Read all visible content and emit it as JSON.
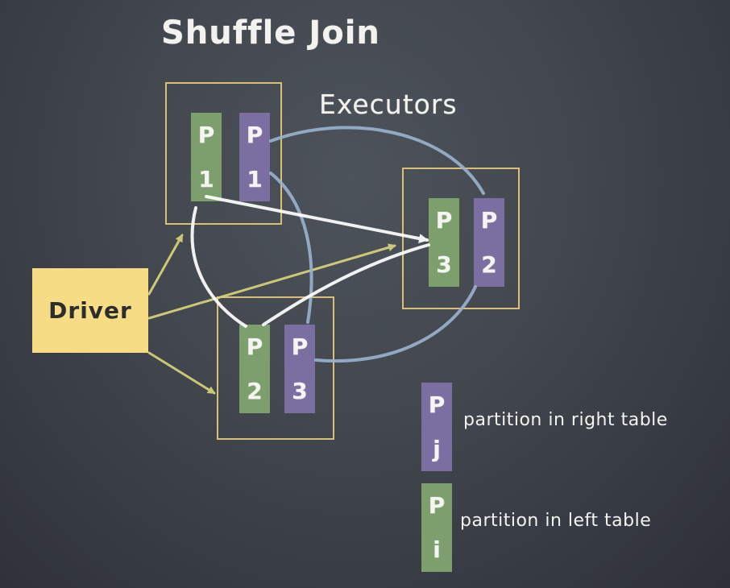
{
  "title": "Shuffle Join",
  "executors_label": "Executors",
  "driver_label": "Driver",
  "partitions": {
    "exec1_left": {
      "letter": "P",
      "index": "1"
    },
    "exec1_right": {
      "letter": "P",
      "index": "1"
    },
    "exec2_left": {
      "letter": "P",
      "index": "2"
    },
    "exec2_right": {
      "letter": "P",
      "index": "3"
    },
    "exec3_left": {
      "letter": "P",
      "index": "3"
    },
    "exec3_right": {
      "letter": "P",
      "index": "2"
    }
  },
  "legend": {
    "right": {
      "letter": "P",
      "index": "j",
      "text": "partition in right table"
    },
    "left": {
      "letter": "P",
      "index": "i",
      "text": "partition in left table"
    }
  },
  "colors": {
    "board": "#43484f",
    "left_partition": "#7c9f6d",
    "right_partition": "#7b6fa2",
    "driver": "#f6dc85",
    "executor_border": "#d9c076",
    "driver_arrows": "#d8d37a",
    "left_shuffle_lines": "#ffffff",
    "right_shuffle_lines": "#9ab3cf"
  }
}
